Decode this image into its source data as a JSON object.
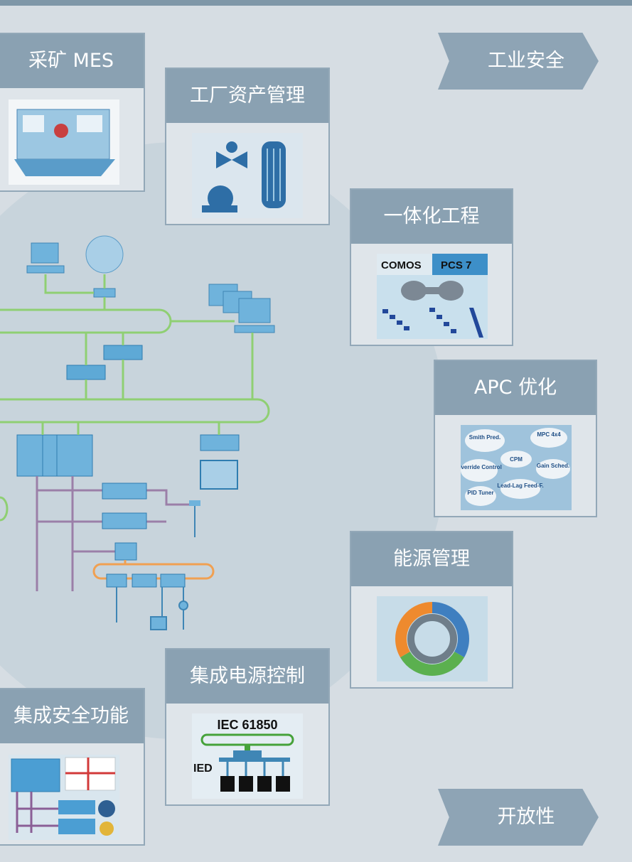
{
  "cards": {
    "mes": "采矿 MES",
    "asset": "工厂资产管理",
    "engineering": "一体化工程",
    "apc": "APC 优化",
    "energy": "能源管理",
    "power": "集成电源控制",
    "safety": "集成安全功能"
  },
  "arrows": {
    "security": "工业安全",
    "openness": "开放性"
  },
  "thumbs": {
    "comos": "COMOS",
    "pcs7": "PCS 7",
    "iec": "IEC 61850",
    "ied": "IED",
    "smith": "Smith Pred.",
    "mpc": "MPC 4x4",
    "cpm": "CPM",
    "override": "Override Control",
    "gain": "Gain Sched.",
    "leadlag": "Lead-Lag Feed-F.",
    "pid": "PID Tuner"
  },
  "colors": {
    "background": "#d6dde3",
    "card_header": "#8aa1b2",
    "bus_green": "#8fcf73",
    "bus_purple": "#9b7fa8",
    "bus_orange": "#f0a052",
    "device_blue": "#5ea9d6"
  }
}
